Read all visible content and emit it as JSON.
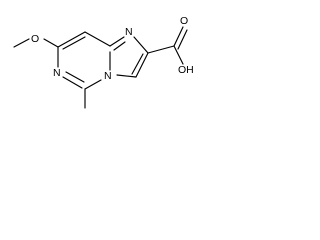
{
  "molecule": {
    "atoms": {
      "methoxy_oxygen": "O",
      "ring_nitrogen_upper": "N",
      "pyrimidine_nitrogen": "N",
      "bridgehead_nitrogen": "N",
      "carboxyl_oxygen_carbonyl": "O",
      "carboxyl_hydroxyl": "OH"
    }
  }
}
